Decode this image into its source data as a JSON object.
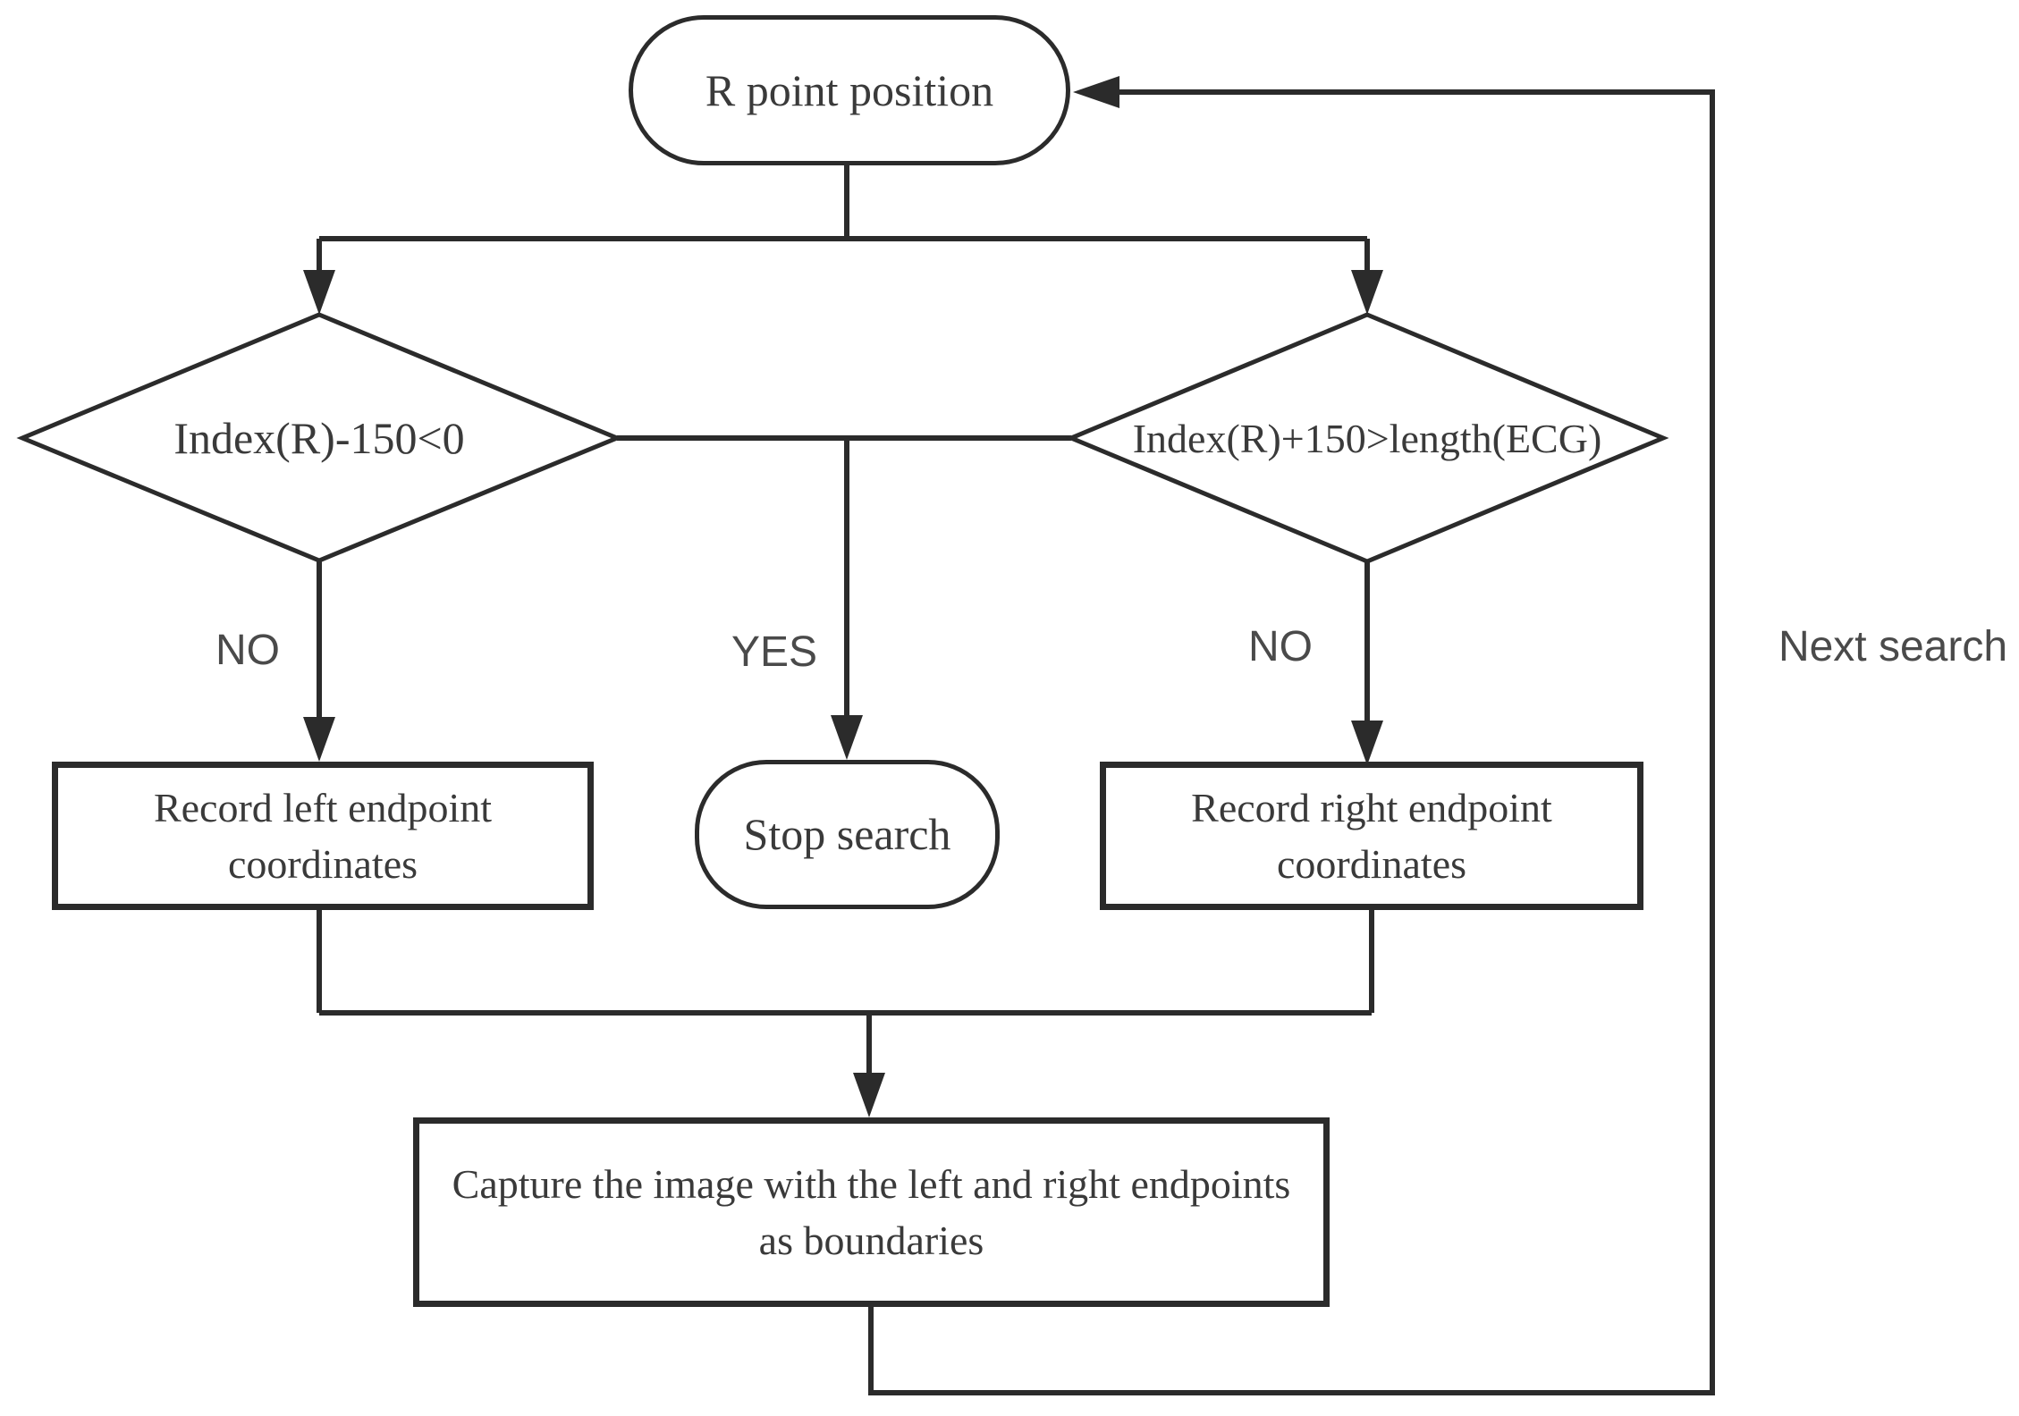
{
  "diagram": {
    "type": "flowchart",
    "nodes": {
      "start": {
        "label": "R point position",
        "shape": "terminal"
      },
      "cond_left": {
        "label": "Index(R)-150<0",
        "shape": "decision"
      },
      "cond_right": {
        "label": "Index(R)+150>length(ECG)",
        "shape": "decision"
      },
      "record_left": {
        "label": "Record left endpoint coordinates",
        "shape": "process"
      },
      "stop": {
        "label": "Stop search",
        "shape": "terminal"
      },
      "record_right": {
        "label": "Record right endpoint coordinates",
        "shape": "process"
      },
      "capture": {
        "label": "Capture the image with the left and right endpoints as boundaries",
        "shape": "process"
      }
    },
    "edge_labels": {
      "no_left": "NO",
      "yes": "YES",
      "no_right": "NO",
      "next_search": "Next search"
    },
    "colors": {
      "stroke": "#2b2b2b",
      "node_text": "#3a3a3a",
      "edge_label_text": "#4a4a4a",
      "background": "#ffffff"
    }
  }
}
